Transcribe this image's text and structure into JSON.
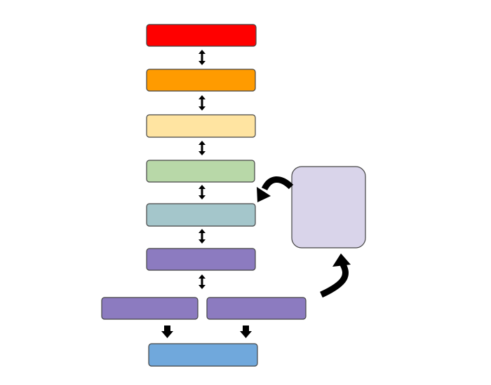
{
  "diagram": {
    "boxes": [
      {
        "id": "level-1",
        "label": "",
        "color": "#FF0000"
      },
      {
        "id": "level-2",
        "label": "",
        "color": "#FF9B00"
      },
      {
        "id": "level-3",
        "label": "",
        "color": "#FFE4A1"
      },
      {
        "id": "level-4",
        "label": "",
        "color": "#B8D8A8"
      },
      {
        "id": "level-5",
        "label": "",
        "color": "#A4C6CB"
      },
      {
        "id": "level-6",
        "label": "",
        "color": "#8C7BC0"
      },
      {
        "id": "split-left",
        "label": "",
        "color": "#8C7BC0"
      },
      {
        "id": "split-right",
        "label": "",
        "color": "#8C7BC0"
      },
      {
        "id": "bottom",
        "label": "",
        "color": "#70A8DC"
      },
      {
        "id": "side-panel",
        "label": "",
        "color": "#D9D4EA"
      }
    ],
    "connectors": [
      {
        "from": "level-1",
        "to": "level-2",
        "type": "bidirectional"
      },
      {
        "from": "level-2",
        "to": "level-3",
        "type": "bidirectional"
      },
      {
        "from": "level-3",
        "to": "level-4",
        "type": "bidirectional"
      },
      {
        "from": "level-4",
        "to": "level-5",
        "type": "bidirectional"
      },
      {
        "from": "level-5",
        "to": "level-6",
        "type": "bidirectional"
      },
      {
        "from": "level-6",
        "to": "split",
        "type": "bidirectional"
      },
      {
        "from": "split-left",
        "to": "bottom",
        "type": "down"
      },
      {
        "from": "split-right",
        "to": "bottom",
        "type": "down"
      },
      {
        "from": "split-right",
        "to": "side-panel",
        "type": "curved"
      },
      {
        "from": "side-panel",
        "to": "level-5",
        "type": "curved"
      }
    ],
    "stroke_color": "#444444",
    "arrow_color": "#000000"
  }
}
